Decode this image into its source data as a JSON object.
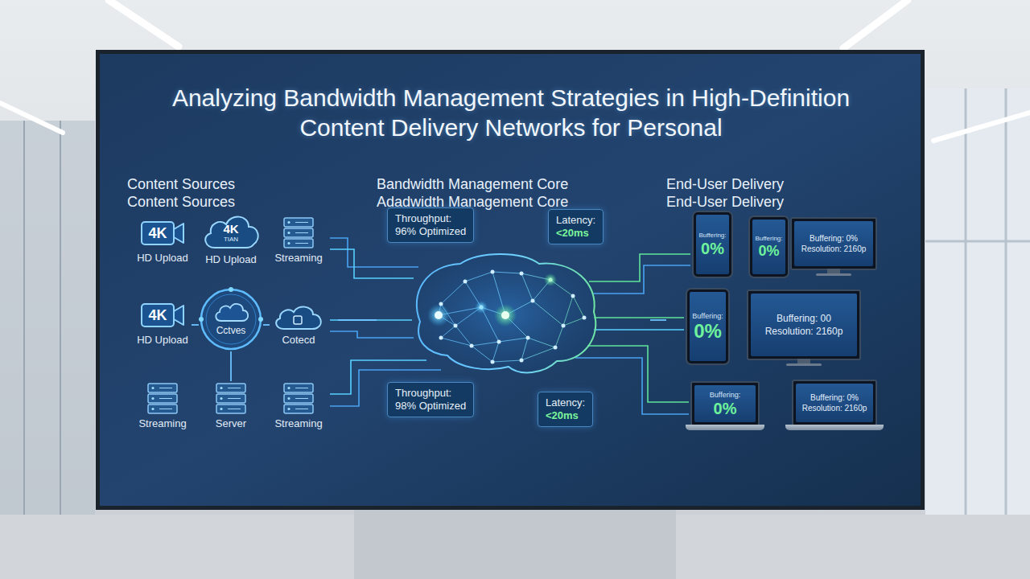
{
  "diagram": {
    "title": "Analyzing Bandwidth Management Strategies in High-Definition Content Delivery Networks for Personal",
    "nodes": [
      {
        "text": [
          "Content Sources",
          "Content Sources"
        ]
      },
      {
        "text": [
          "4K",
          "HD Upload"
        ],
        "in": 0
      },
      {
        "text": [
          "4K",
          "TIAN",
          "HD Upload"
        ],
        "in": 0
      },
      {
        "text": [
          "Streaming"
        ],
        "in": 0
      },
      {
        "text": [
          "4K",
          "HD Upload"
        ],
        "in": 0
      },
      {
        "text": [
          "Cctves"
        ],
        "in": 0
      },
      {
        "text": [
          "Cotecd"
        ],
        "in": 0
      },
      {
        "text": [
          "Streaming"
        ],
        "in": 0
      },
      {
        "text": [
          "Server"
        ],
        "in": 0
      },
      {
        "text": [
          "Streaming"
        ],
        "in": 0
      },
      {
        "text": [
          "Bandwidth Management Core",
          "Adadwidth Management Core"
        ]
      },
      {
        "text": [
          "Throughput:",
          "96% Optimized"
        ],
        "in": 10
      },
      {
        "text": [
          "Latency:",
          "<20ms"
        ],
        "in": 10
      },
      {
        "text": [
          "Throughput:",
          "98% Optimized"
        ],
        "in": 10
      },
      {
        "text": [
          "Latency:",
          "<20ms"
        ],
        "in": 10
      },
      {
        "text": [
          "End-User Delivery",
          "End-User Delivery"
        ]
      },
      {
        "text": [
          "Buffering:",
          "0%"
        ],
        "in": 15
      },
      {
        "text": [
          "Buffering:",
          "0%"
        ],
        "in": 15
      },
      {
        "text": [
          "Buffering: 0%",
          "Resolution: 2160p"
        ],
        "in": 15
      },
      {
        "text": [
          "Buffering:",
          "0%"
        ],
        "in": 15
      },
      {
        "text": [
          "Buffering: 00",
          "Resolution: 2160p"
        ],
        "in": 15
      },
      {
        "text": [
          "Buffering:",
          "0%"
        ],
        "in": 15
      },
      {
        "text": [
          "Buffering: 0%",
          "Resolution: 2160p"
        ],
        "in": 15
      }
    ],
    "edges": [
      {
        "from": 0,
        "to": 10,
        "arrow": "none"
      },
      {
        "from": 10,
        "to": 15,
        "arrow": "none"
      },
      {
        "from": 4,
        "to": 5,
        "arrow": "none"
      },
      {
        "from": 5,
        "to": 6,
        "arrow": "none"
      },
      {
        "from": 5,
        "to": 8,
        "arrow": "none"
      }
    ]
  }
}
